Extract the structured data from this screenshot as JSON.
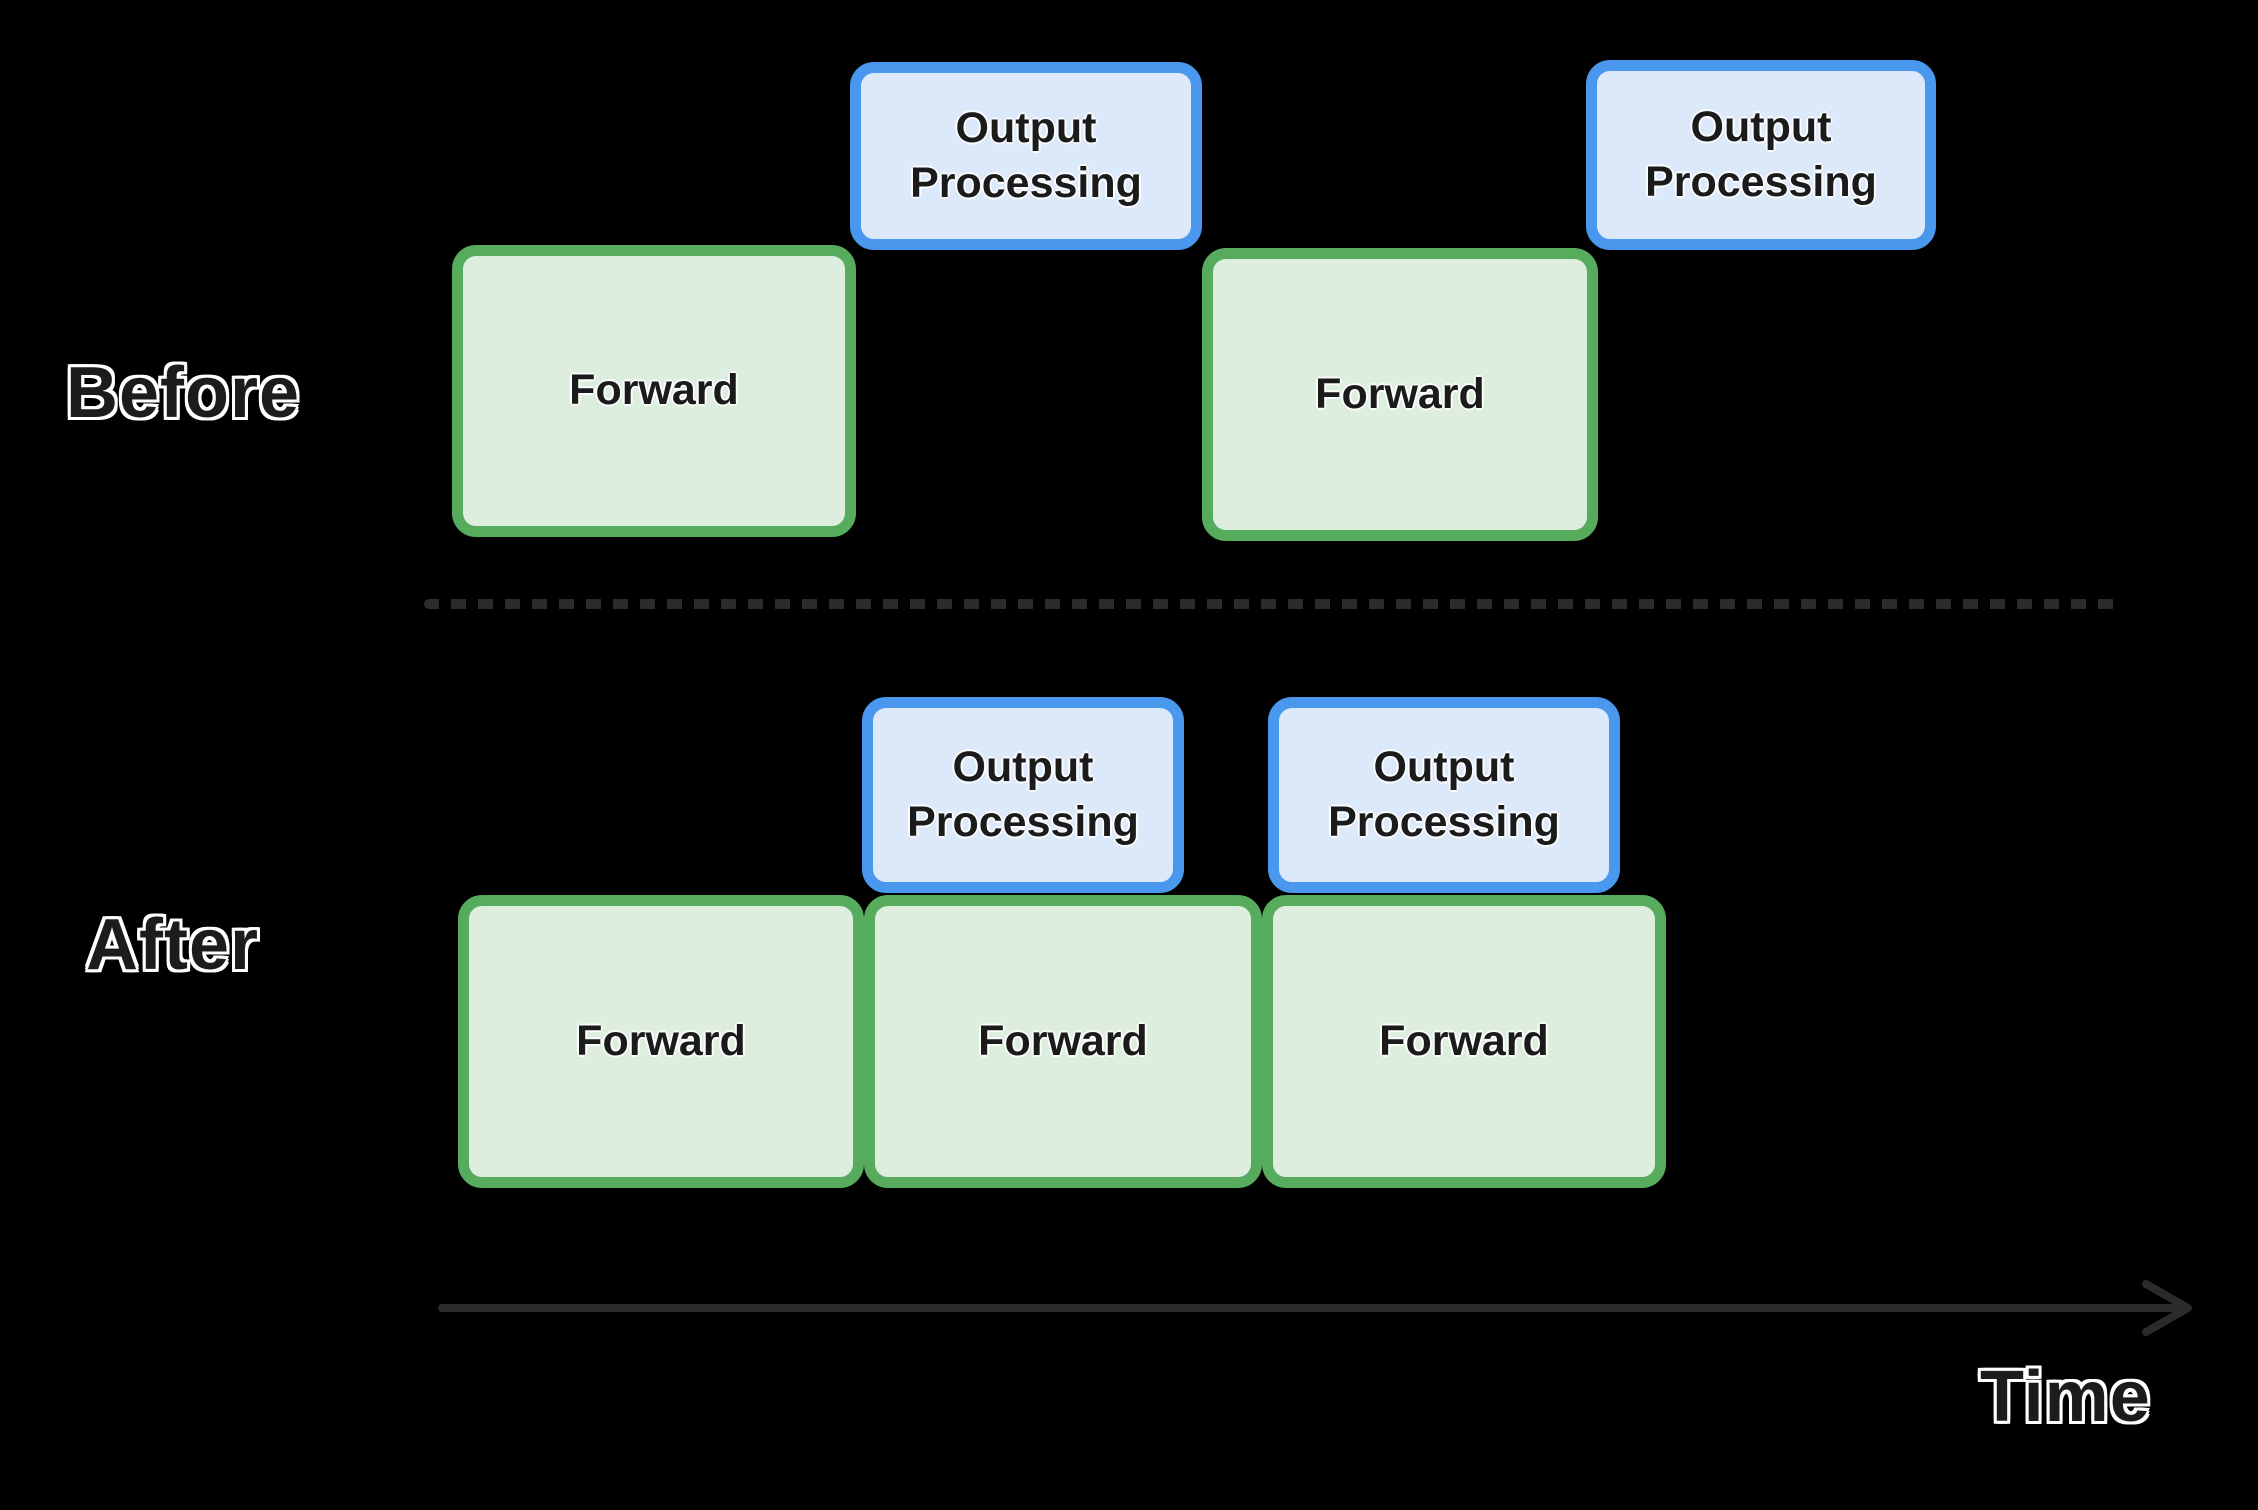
{
  "colors": {
    "canvas_bg": "#000000",
    "forward_fill": "#ddedde",
    "forward_border": "#57ab5c",
    "output_fill": "#dce9fa",
    "output_border": "#4a98ee",
    "box_text": "#1b1b1b",
    "label_fill": "#1c1c1c",
    "label_outline": "#ffffff",
    "line_color": "#2b2b2b"
  },
  "sections": {
    "before": {
      "label": "Before",
      "items": [
        {
          "type": "forward",
          "label": "Forward"
        },
        {
          "type": "output_processing",
          "label": "Output Processing"
        },
        {
          "type": "forward",
          "label": "Forward"
        },
        {
          "type": "output_processing",
          "label": "Output Processing"
        }
      ]
    },
    "after": {
      "label": "After",
      "items": [
        {
          "type": "output_processing",
          "label": "Output Processing"
        },
        {
          "type": "output_processing",
          "label": "Output Processing"
        },
        {
          "type": "forward",
          "label": "Forward"
        },
        {
          "type": "forward",
          "label": "Forward"
        },
        {
          "type": "forward",
          "label": "Forward"
        }
      ]
    }
  },
  "time_axis": {
    "label": "Time"
  }
}
